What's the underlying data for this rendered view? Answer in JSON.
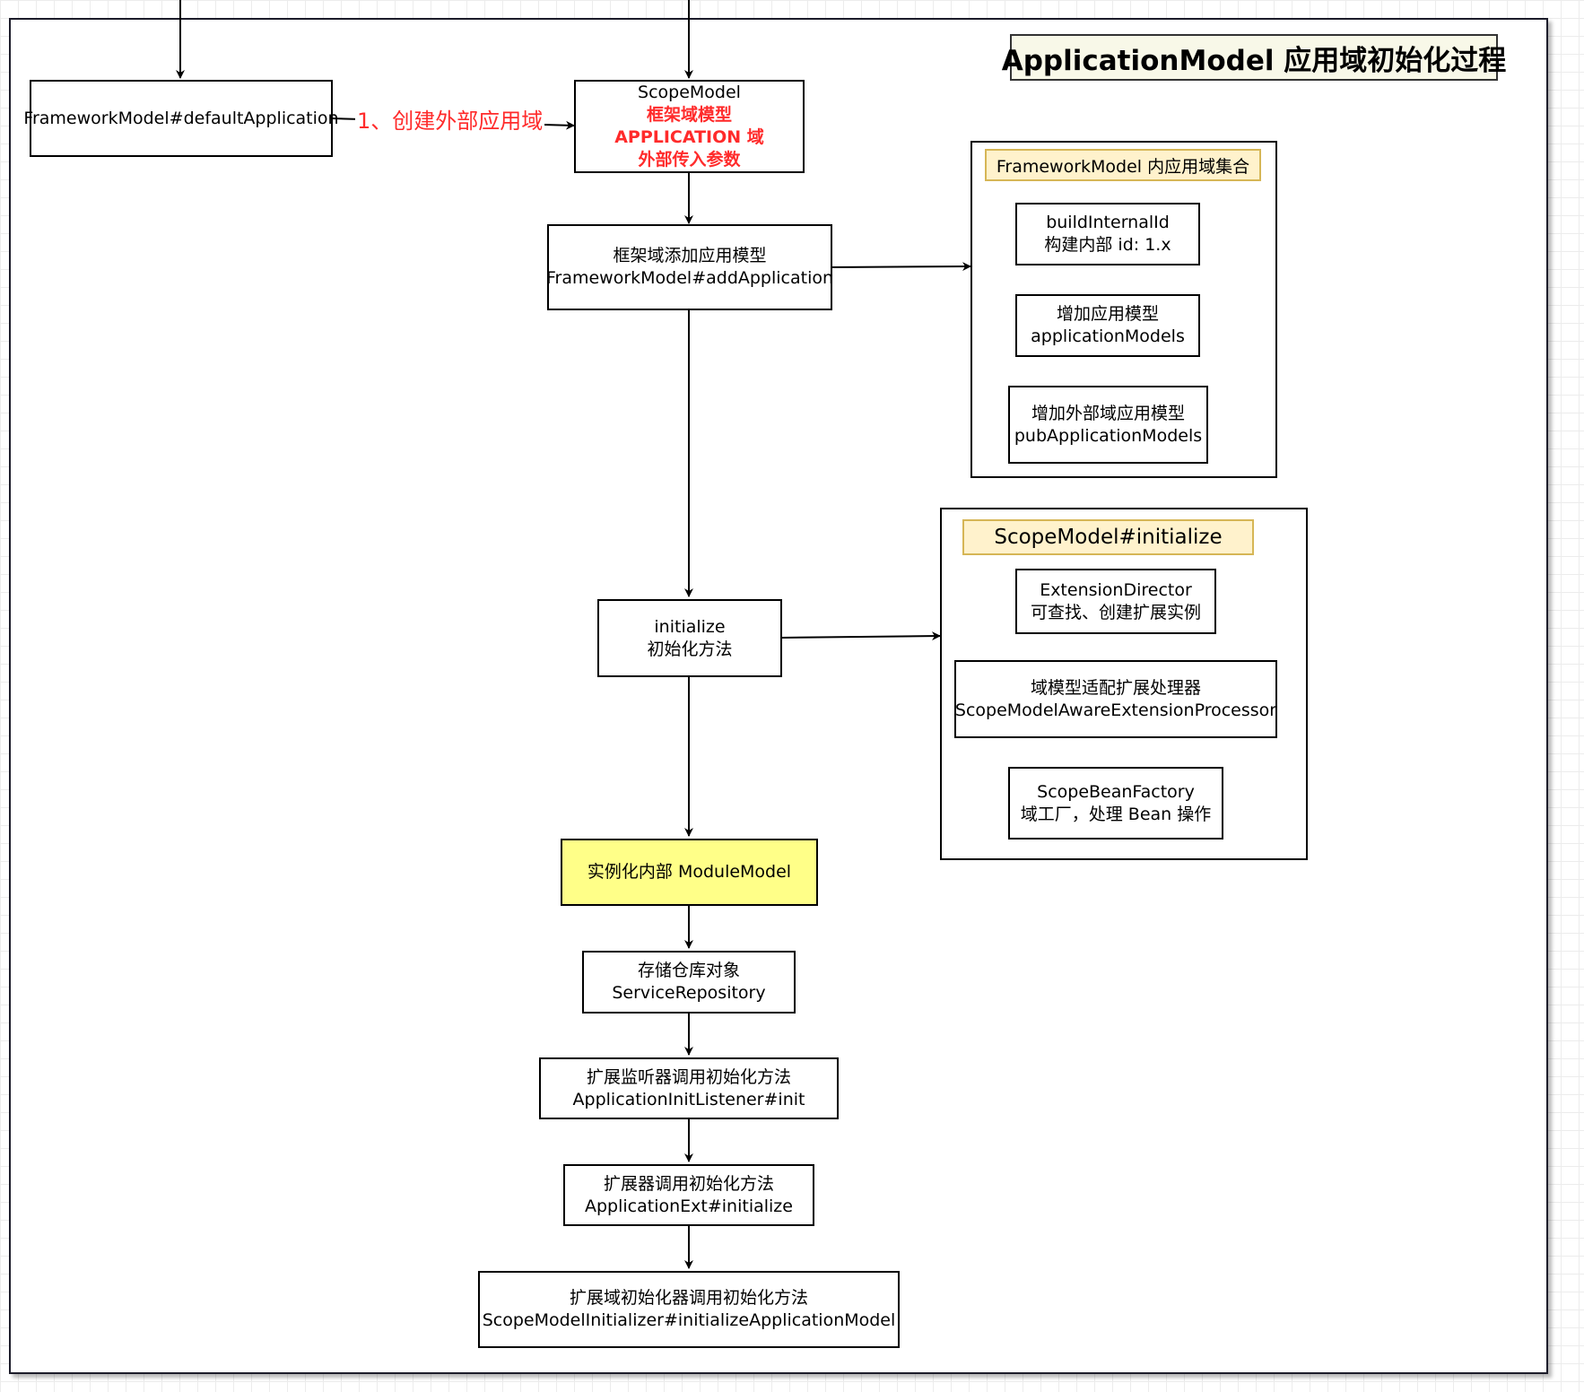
{
  "title": "ApplicationModel 应用域初始化过程",
  "colors": {
    "red_text": "#ff2b2b",
    "group_title_fill": "#fff2cc",
    "group_title_border": "#d6b656",
    "highlight_fill": "#ffff88"
  },
  "nodes": {
    "framework_default": "FrameworkModel#defaultApplication",
    "scope_model": {
      "line1": "ScopeModel",
      "line2": "框架域模型",
      "line3": "APPLICATION 域",
      "line4": "外部传入参数"
    },
    "add_application": {
      "line1": "框架域添加应用模型",
      "line2": "FrameworkModel#addApplication"
    },
    "initialize": {
      "line1": "initialize",
      "line2": "初始化方法"
    },
    "module_model": "实例化内部 ModuleModel",
    "service_repository": {
      "line1": "存储仓库对象",
      "line2": "ServiceRepository"
    },
    "init_listener": {
      "line1": "扩展监听器调用初始化方法",
      "line2": "ApplicationInitListener#init"
    },
    "app_ext": {
      "line1": "扩展器调用初始化方法",
      "line2": "ApplicationExt#initialize"
    },
    "scope_initializer": {
      "line1": "扩展域初始化器调用初始化方法",
      "line2": "ScopeModelInitializer#initializeApplicationModel"
    }
  },
  "edge_labels": {
    "create_external": "1、创建外部应用域"
  },
  "groups": {
    "framework_collection": {
      "title": "FrameworkModel 内应用域集合",
      "items": [
        {
          "line1": "buildInternalId",
          "line2": "构建内部 id: 1.x"
        },
        {
          "line1": "增加应用模型",
          "line2": "applicationModels"
        },
        {
          "line1": "增加外部域应用模型",
          "line2": "pubApplicationModels"
        }
      ]
    },
    "scope_initialize": {
      "title": "ScopeModel#initialize",
      "items": [
        {
          "line1": "ExtensionDirector",
          "line2": "可查找、创建扩展实例"
        },
        {
          "line1": "域模型适配扩展处理器",
          "line2": "ScopeModelAwareExtensionProcessor"
        },
        {
          "line1": "ScopeBeanFactory",
          "line2": "域工厂，处理 Bean 操作"
        }
      ]
    }
  }
}
